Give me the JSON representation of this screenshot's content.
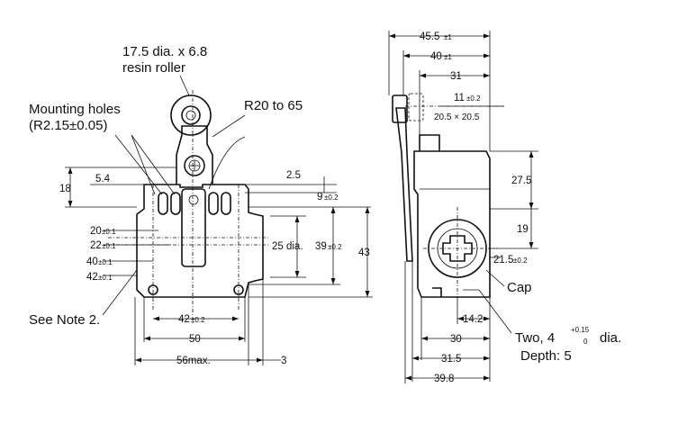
{
  "labels": {
    "roller_line1": "17.5 dia. x 6.8",
    "roller_line2": "resin roller",
    "radius": "R20 to 65",
    "holes_line1": "Mounting holes",
    "holes_line2": "(R2.15±0.05)",
    "note": "See Note 2.",
    "cap": "Cap",
    "two_holes": "Two, 4",
    "two_holes_tol_plus": "+0.15",
    "two_holes_tol_minus": "0",
    "two_holes_dia": "dia.",
    "depth": "Depth: 5"
  },
  "front": {
    "d18": "18",
    "d5_4": "5.4",
    "d2_5": "2.5",
    "d9": "9",
    "d9_tol": "±0.2",
    "d20": "20",
    "d20_tol": "±0.1",
    "d22": "22",
    "d22_tol": "±0.1",
    "d40": "40",
    "d40_tol": "±0.1",
    "d42": "42",
    "d42_tol": "±0.1",
    "d25": "25 dia.",
    "d39": "39",
    "d39_tol": "±0.2",
    "d43": "43",
    "d42b": "42",
    "d42b_tol": "±0.2",
    "d50": "50",
    "d56": "56max.",
    "d3": "3"
  },
  "side": {
    "d45_5": "45.5",
    "d45_5_tol": "±1",
    "d40": "40",
    "d40_tol": "±1",
    "d31": "31",
    "d11": "11",
    "d11_tol": "±0.2",
    "d20_5": "20.5 × 20.5",
    "d27_5": "27.5",
    "d19": "19",
    "d21_5": "21.5",
    "d21_5_tol": "±0.2",
    "d14_2": "14.2",
    "d30": "30",
    "d31_5": "31.5",
    "d39_8": "39.8"
  }
}
